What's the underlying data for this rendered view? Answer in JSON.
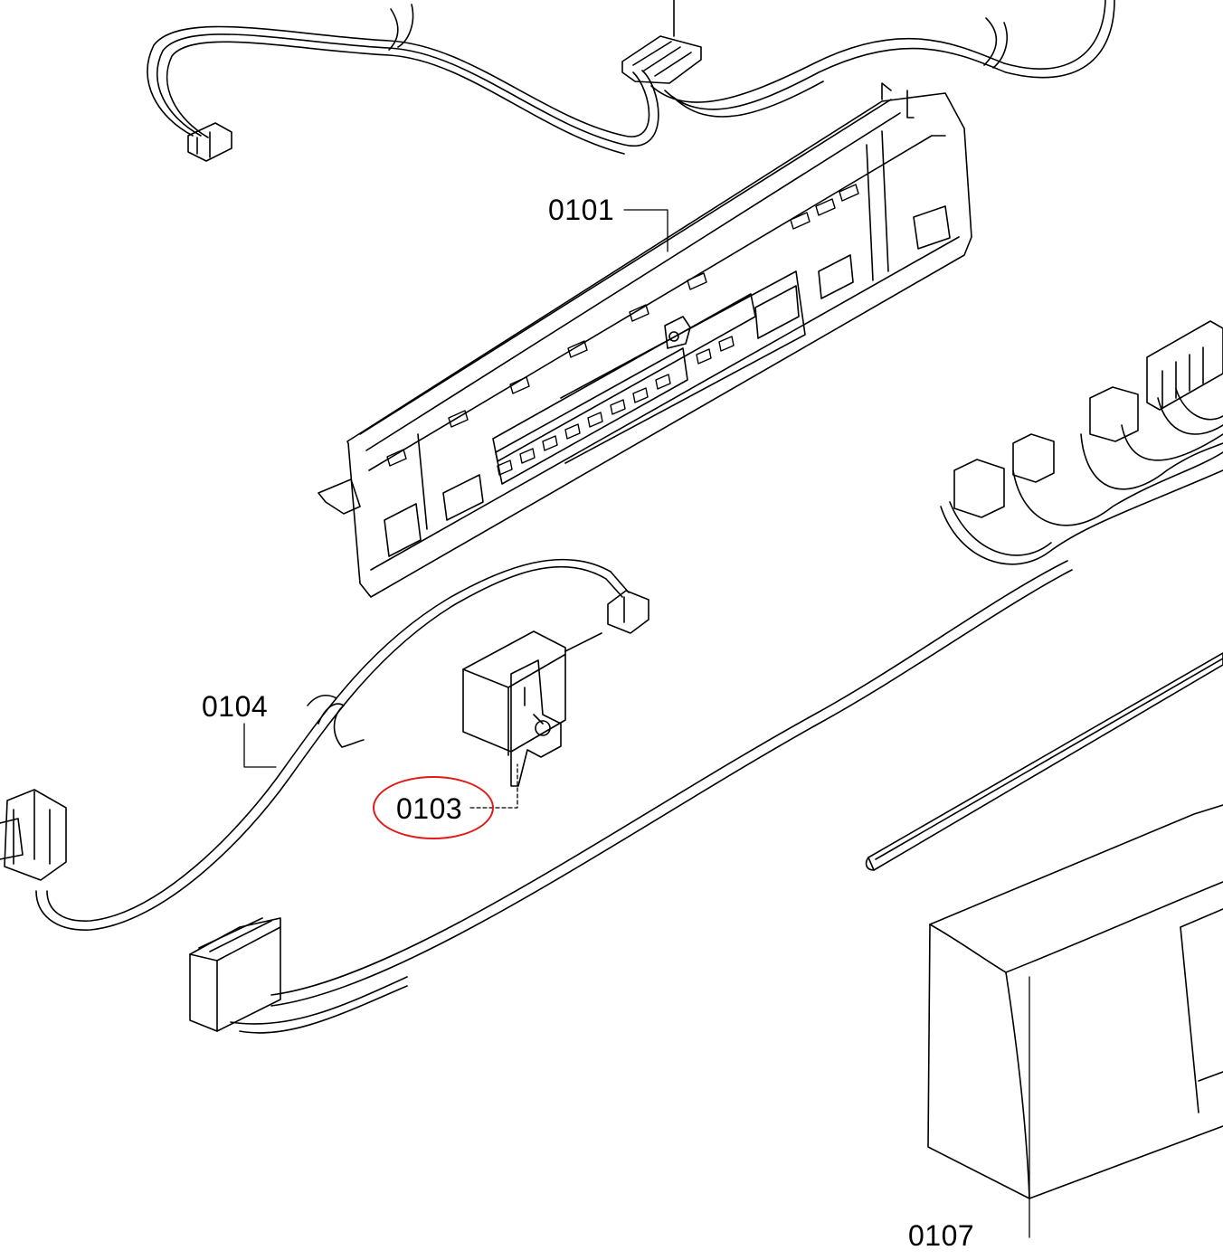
{
  "parts": [
    {
      "id": "control-panel-bracket",
      "label": "0101"
    },
    {
      "id": "door-switch",
      "label": "0103"
    },
    {
      "id": "wiring-harness",
      "label": "0104"
    },
    {
      "id": "panel-cover",
      "label": "0107"
    }
  ],
  "highlight": {
    "label": "0103",
    "color": "#e11a1a"
  }
}
